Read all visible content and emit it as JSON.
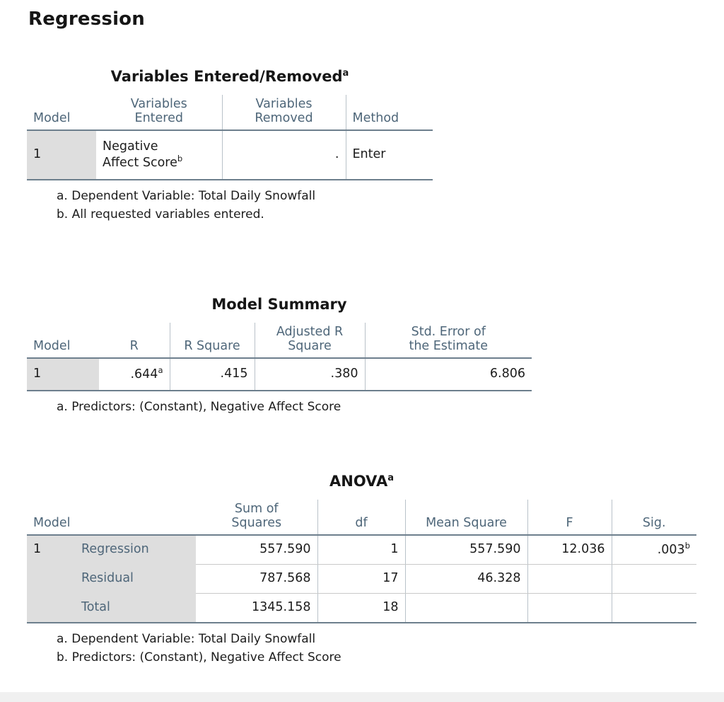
{
  "page": {
    "section_title": "Regression",
    "accent_header_color": "#4e6679",
    "shade_color": "#dedede",
    "rule_color": "#6d7f8d",
    "background": "#ffffff"
  },
  "tables": {
    "variables": {
      "caption": "Variables Entered/Removed",
      "caption_superscript": "a",
      "headers": [
        "Model",
        "Variables\nEntered",
        "Variables\nRemoved",
        "Method"
      ],
      "rows": [
        {
          "model": "1",
          "variables_entered": "Negative\nAffect Score",
          "variables_entered_superscript": "b",
          "variables_removed": ".",
          "method": "Enter"
        }
      ],
      "footnotes": [
        "a. Dependent Variable: Total Daily Snowfall",
        "b. All requested variables entered."
      ]
    },
    "model_summary": {
      "caption": "Model Summary",
      "caption_superscript": "",
      "headers": [
        "Model",
        "R",
        "R Square",
        "Adjusted R\nSquare",
        "Std. Error of\nthe Estimate"
      ],
      "rows": [
        {
          "model": "1",
          "r": ".644",
          "r_superscript": "a",
          "r_square": ".415",
          "adjusted_r_square": ".380",
          "std_error": "6.806"
        }
      ],
      "footnotes": [
        "a. Predictors: (Constant), Negative Affect Score"
      ]
    },
    "anova": {
      "caption": "ANOVA",
      "caption_superscript": "a",
      "headers": [
        "Model",
        "",
        "Sum of\nSquares",
        "df",
        "Mean Square",
        "F",
        "Sig."
      ],
      "rows": [
        {
          "model": "1",
          "source": "Regression",
          "sum_of_squares": "557.590",
          "df": "1",
          "mean_square": "557.590",
          "f": "12.036",
          "sig": ".003",
          "sig_superscript": "b"
        },
        {
          "model": "",
          "source": "Residual",
          "sum_of_squares": "787.568",
          "df": "17",
          "mean_square": "46.328",
          "f": "",
          "sig": "",
          "sig_superscript": ""
        },
        {
          "model": "",
          "source": "Total",
          "sum_of_squares": "1345.158",
          "df": "18",
          "mean_square": "",
          "f": "",
          "sig": "",
          "sig_superscript": ""
        }
      ],
      "footnotes": [
        "a. Dependent Variable: Total Daily Snowfall",
        "b. Predictors: (Constant), Negative Affect Score"
      ]
    }
  }
}
